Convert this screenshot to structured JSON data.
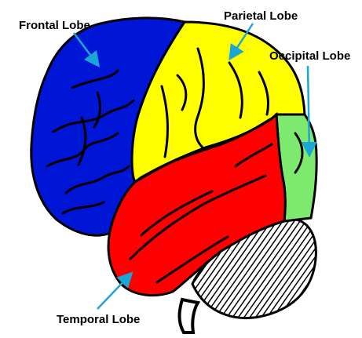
{
  "labels": {
    "frontal": "Frontal Lobe",
    "parietal": "Parietal Lobe",
    "occipital": "Occipital Lobe",
    "temporal": "Temporal Lobe"
  },
  "colors": {
    "frontal": "#0016d6",
    "parietal": "#ffff00",
    "occipital": "#7dea6f",
    "temporal": "#ff0000",
    "arrow": "#1aa7d8",
    "outline": "#000000"
  }
}
